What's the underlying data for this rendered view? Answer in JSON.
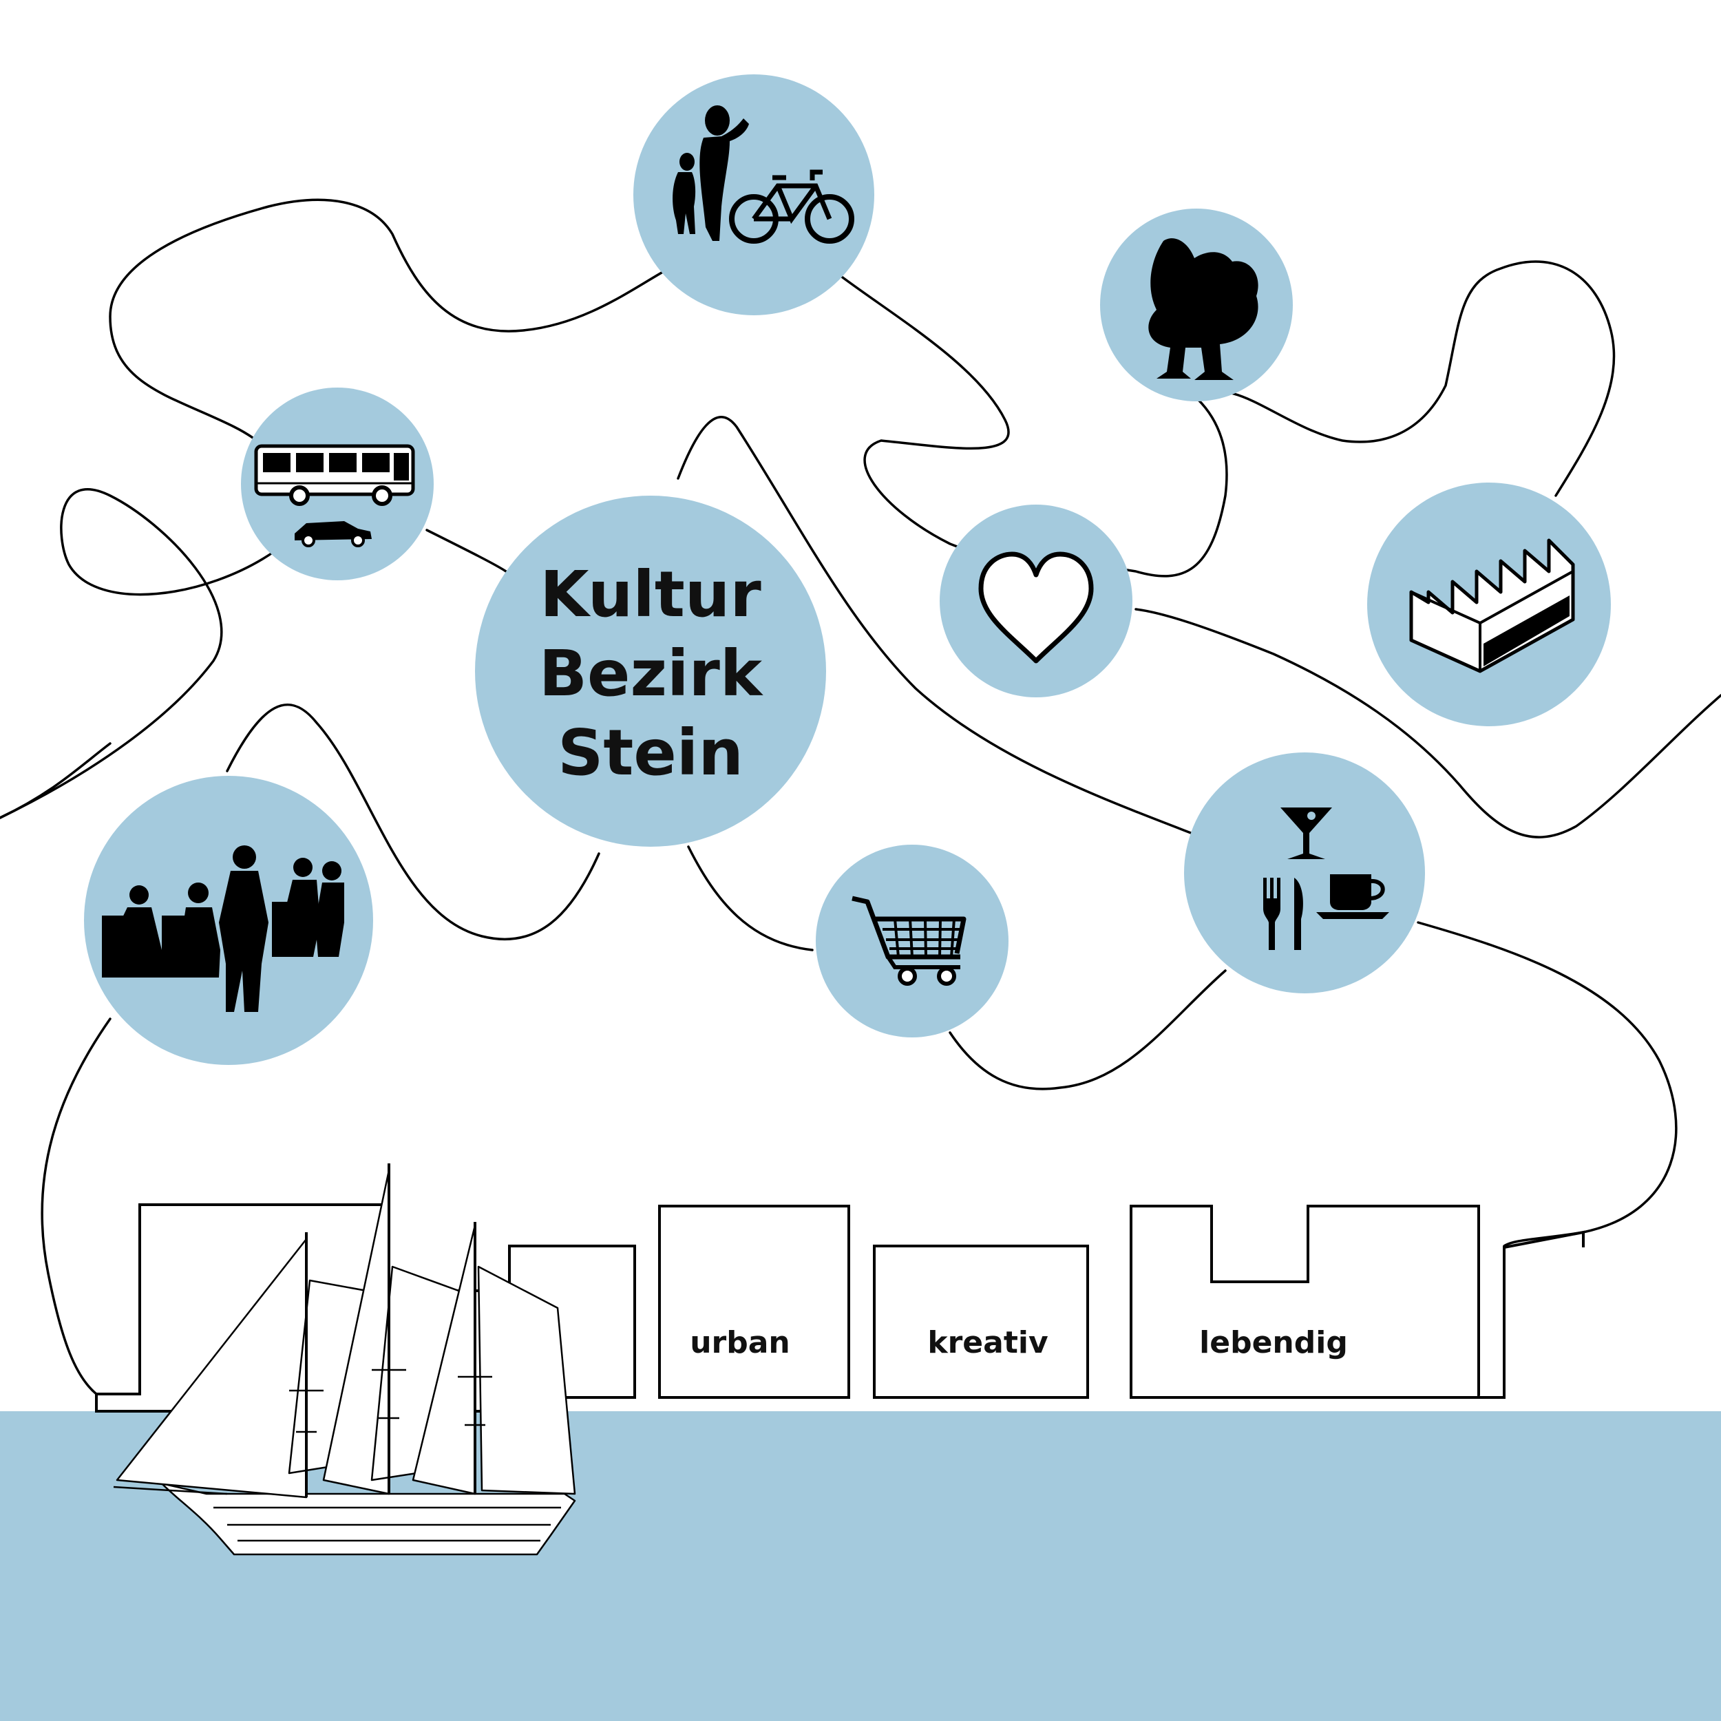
{
  "colors": {
    "accent": "#a4cadd",
    "water": "#a4cadd",
    "ink": "#000000",
    "background": "#ffffff"
  },
  "center": {
    "lines": [
      "Kultur",
      "Bezirk",
      "Stein"
    ]
  },
  "nodes": [
    {
      "id": "family-bicycle",
      "icon": "family-bicycle-icon"
    },
    {
      "id": "tree",
      "icon": "tree-icon"
    },
    {
      "id": "bus-car",
      "icon": "bus-car-icon"
    },
    {
      "id": "heart",
      "icon": "heart-icon"
    },
    {
      "id": "sawtooth-building",
      "icon": "sawtooth-building-icon"
    },
    {
      "id": "people-gathering",
      "icon": "people-gathering-icon"
    },
    {
      "id": "dining",
      "icon": "cocktail-cutlery-coffee-icon"
    },
    {
      "id": "shopping",
      "icon": "shopping-cart-icon"
    }
  ],
  "buildings": {
    "labels": [
      "urban",
      "kreativ",
      "lebendig"
    ]
  },
  "waterfront": {
    "icon": "sailing-ship-icon"
  }
}
